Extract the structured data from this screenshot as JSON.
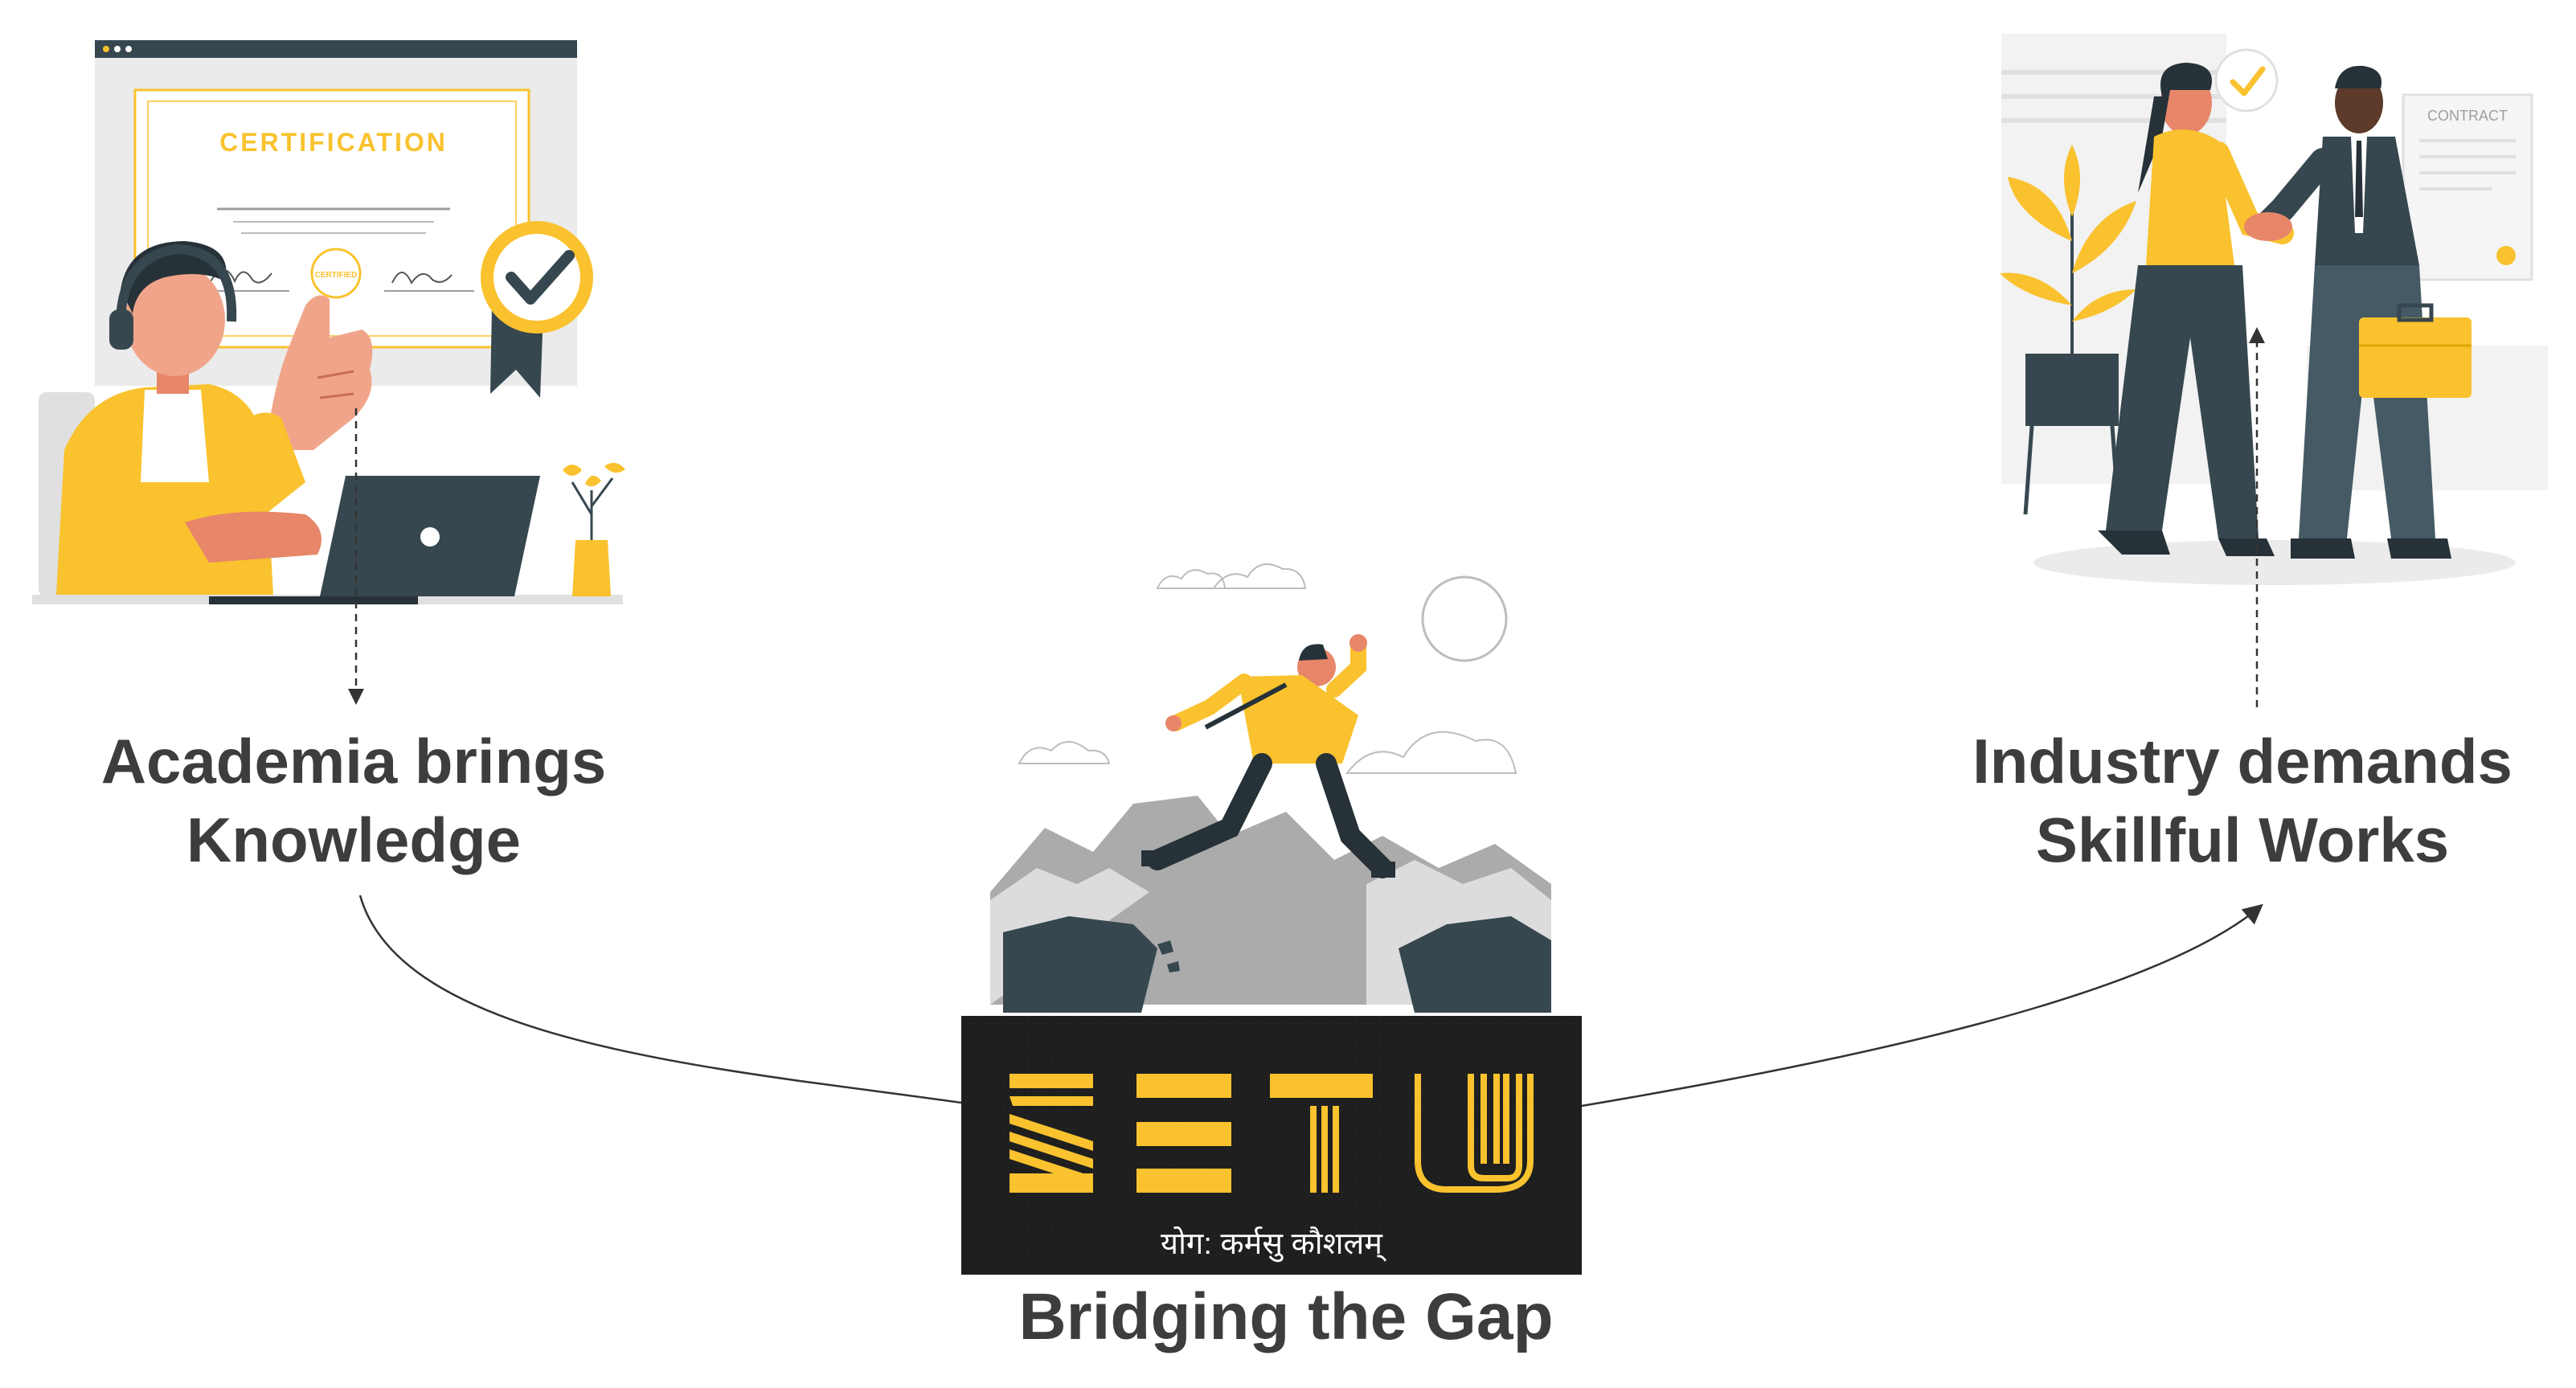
{
  "left": {
    "caption_line1": "Academia brings",
    "caption_line2": "Knowledge",
    "certificate_title": "CERTIFICATION",
    "certified_seal": "CERTIFIED"
  },
  "right": {
    "caption_line1": "Industry demands",
    "caption_line2": "Skillful Works",
    "contract_label": "CONTRACT"
  },
  "center": {
    "logo_text": "SETU",
    "tagline": "योग: कर्मसु कौशलम्",
    "caption": "Bridging the Gap"
  },
  "colors": {
    "accent": "#F9C22E",
    "dark": "#37474F",
    "text": "#3D3D3D",
    "logo_bg": "#1E1E1E"
  }
}
